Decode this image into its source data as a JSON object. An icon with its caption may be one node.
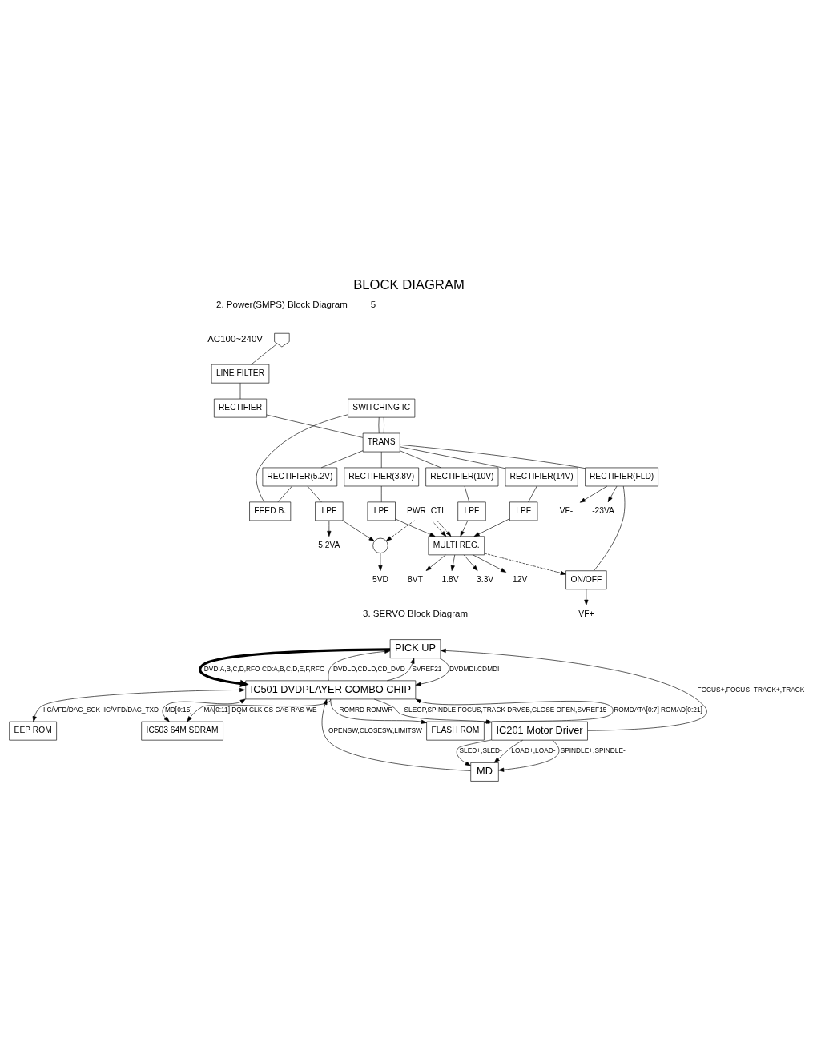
{
  "diagram": {
    "title": "BLOCK DIAGRAM",
    "nodes": [
      {
        "text": [],
        "shape": "plug"
      },
      {
        "text": [
          "LINE FILTER"
        ]
      },
      {
        "text": [
          "RECTIFIER"
        ]
      },
      {
        "text": [
          "SWITCHING IC"
        ]
      },
      {
        "text": [
          "TRANS"
        ]
      },
      {
        "text": [
          "FEED B."
        ]
      },
      {
        "text": [
          "RECTIFIER(FLD)"
        ]
      },
      {
        "text": [
          "RECTIFIER(14V)"
        ]
      },
      {
        "text": [
          "RECTIFIER(3.8V)"
        ]
      },
      {
        "text": [
          "RECTIFIER(10V)"
        ]
      },
      {
        "text": [
          "RECTIFIER(5.2V)"
        ]
      },
      {
        "text": [
          "ON/OFF"
        ]
      },
      {
        "text": [
          "LPF"
        ]
      },
      {
        "text": [
          "LPF"
        ]
      },
      {
        "text": [
          "LPF"
        ]
      },
      {
        "text": [
          "LPF"
        ]
      },
      {
        "text": [
          "MULTI REG."
        ]
      },
      {
        "text": [],
        "shape": "transistor"
      },
      {
        "text": [
          "VF+"
        ]
      },
      {
        "text": [
          "VF-"
        ]
      },
      {
        "text": [
          "-23VA"
        ]
      },
      {
        "text": [
          "12V"
        ]
      },
      {
        "text": [
          "1.8V"
        ]
      },
      {
        "text": [
          "3.3V"
        ]
      },
      {
        "text": [
          "8VT"
        ]
      },
      {
        "text": [
          "5.2VA"
        ]
      },
      {
        "text": [
          "5VD"
        ]
      },
      {
        "text": [
          "PWR  CTL"
        ]
      },
      {
        "text": [
          "PICK UP"
        ]
      },
      {
        "text": [
          "IC501 DVDPLAYER COMBO CHIP"
        ]
      },
      {
        "text": [
          "FLASH ROM"
        ]
      },
      {
        "text": [
          "EEP ROM"
        ]
      },
      {
        "text": [
          "IC503 64M SDRAM"
        ]
      },
      {
        "text": [
          "IC201 Motor Driver"
        ]
      },
      {
        "text": [
          "MD"
        ]
      }
    ],
    "edges": [
      {
        "from": 0,
        "to": 1,
        "arrow": "none"
      },
      {
        "from": 1,
        "to": 2,
        "arrow": "none"
      },
      {
        "from": 2,
        "to": 4,
        "arrow": "none"
      },
      {
        "from": 3,
        "to": 4,
        "arrow": "none"
      },
      {
        "from": 3,
        "to": 4,
        "arrow": "none"
      },
      {
        "from": 3,
        "to": 5,
        "arrow": "none"
      },
      {
        "from": 4,
        "to": 6,
        "arrow": "none"
      },
      {
        "from": 4,
        "to": 7,
        "arrow": "none"
      },
      {
        "from": 4,
        "to": 8,
        "arrow": "none"
      },
      {
        "from": 4,
        "to": 9,
        "arrow": "none"
      },
      {
        "from": 4,
        "to": 10,
        "arrow": "none"
      },
      {
        "from": 10,
        "to": 5,
        "arrow": "none"
      },
      {
        "from": 6,
        "to": 11,
        "arrow": "none"
      },
      {
        "from": 11,
        "to": 18,
        "arrow": "to"
      },
      {
        "from": 6,
        "to": 19,
        "arrow": "to"
      },
      {
        "from": 6,
        "to": 20,
        "arrow": "to"
      },
      {
        "from": 7,
        "to": 12,
        "arrow": "none"
      },
      {
        "from": 8,
        "to": 13,
        "arrow": "none"
      },
      {
        "from": 9,
        "to": 14,
        "arrow": "none"
      },
      {
        "from": 10,
        "to": 15,
        "arrow": "none"
      },
      {
        "from": 12,
        "to": 16,
        "arrow": "to"
      },
      {
        "from": 13,
        "to": 16,
        "arrow": "to"
      },
      {
        "from": 14,
        "to": 16,
        "arrow": "to"
      },
      {
        "from": 16,
        "to": 21,
        "arrow": "to"
      },
      {
        "from": 16,
        "to": 22,
        "arrow": "to"
      },
      {
        "from": 16,
        "to": 23,
        "arrow": "to"
      },
      {
        "from": 16,
        "to": 24,
        "arrow": "to"
      },
      {
        "from": 16,
        "to": 11,
        "arrow": "to",
        "style": "dashed"
      },
      {
        "from": 15,
        "to": 25,
        "arrow": "to"
      },
      {
        "from": 15,
        "to": 17,
        "arrow": "to"
      },
      {
        "from": 17,
        "to": 26,
        "arrow": "to"
      },
      {
        "from": 27,
        "to": 16,
        "arrow": "to",
        "style": "dashed"
      },
      {
        "from": 27,
        "to": 16,
        "arrow": "to",
        "style": "dashed"
      },
      {
        "from": 27,
        "to": 17,
        "arrow": "to",
        "style": "dashed"
      },
      {
        "from": 29,
        "to": 28,
        "arrow": "to",
        "label": "DVDLD,CDLD,CD_DVD"
      },
      {
        "from": 28,
        "to": 29,
        "arrow": "to",
        "label": "DVDMDI.CDMDI"
      },
      {
        "from": 29,
        "to": 28,
        "arrow": "to",
        "label": "SVREF21"
      },
      {
        "from": 28,
        "to": 29,
        "arrow": "to",
        "label": "DVD:A,B,C,D,RFO CD:A,B,C,D,E,F,RFO",
        "style": "thick"
      },
      {
        "from": 33,
        "to": 28,
        "arrow": "to",
        "label": "FOCUS+,FOCUS- TRACK+,TRACK-"
      },
      {
        "from": 29,
        "to": 33,
        "arrow": "to",
        "label": "SLEGP,SPINDLE FOCUS,TRACK DRVSB,CLOSE OPEN,SVREF15"
      },
      {
        "from": 33,
        "to": 34,
        "arrow": "to",
        "label": "SPINDLE+,SPINDLE-"
      },
      {
        "from": 33,
        "to": 34,
        "arrow": "to",
        "label": "SLED+,SLED-"
      },
      {
        "from": 33,
        "to": 34,
        "arrow": "to",
        "label": "LOAD+,LOAD-"
      },
      {
        "from": 34,
        "to": 29,
        "arrow": "to",
        "label": "OPENSW,CLOSESW,LIMITSW"
      },
      {
        "from": 29,
        "to": 30,
        "arrow": "both",
        "label": "ROMDATA[0:7] ROMAD[0:21]"
      },
      {
        "from": 29,
        "to": 30,
        "arrow": "to",
        "label": "ROMRD ROMWR"
      },
      {
        "from": 29,
        "to": 31,
        "arrow": "both",
        "label": "IIC/VFD/DAC_SCK IIC/VFD/DAC_TXD"
      },
      {
        "from": 29,
        "to": 32,
        "arrow": "both",
        "label": "MD[0:15]"
      },
      {
        "from": 29,
        "to": 32,
        "arrow": "to",
        "label": "MA[0:11] DQM CLK CS CAS RAS WE"
      }
    ],
    "labels": [
      "2. Power(SMPS) Block Diagram",
      "AC100~240V",
      "3. SERVO Block Diagram",
      "5"
    ]
  }
}
